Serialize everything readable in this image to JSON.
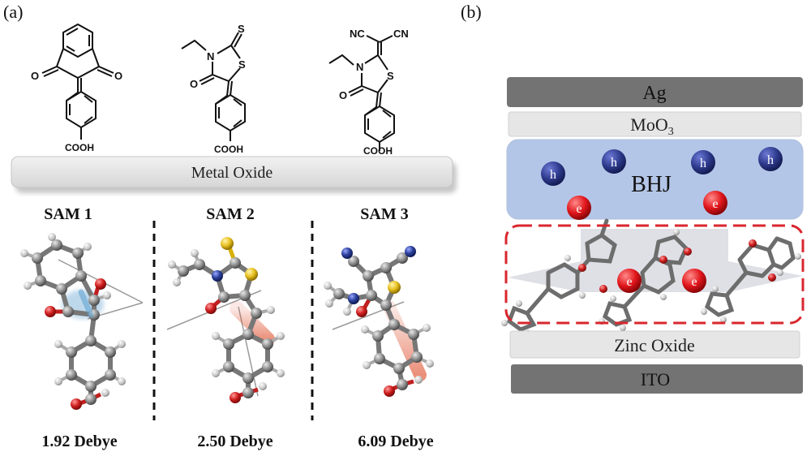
{
  "panel_a": {
    "label": "(a)",
    "surface_label": "Metal Oxide",
    "molecules": [
      {
        "sam": "SAM 1",
        "dipole": "1.92 Debye",
        "anchor": "COOH",
        "left_o": "O",
        "right_o": "O"
      },
      {
        "sam": "SAM 2",
        "dipole": "2.50 Debye",
        "anchor": "COOH",
        "n": "N",
        "s_ring": "S",
        "s_exo": "S",
        "o": "O"
      },
      {
        "sam": "SAM 3",
        "dipole": "6.09 Debye",
        "anchor": "COOH",
        "n": "N",
        "s_ring": "S",
        "o": "O",
        "cn1": "NC",
        "cn2": "CN"
      }
    ]
  },
  "panel_b": {
    "label": "(b)",
    "layers": {
      "ag": "Ag",
      "moo3_base": "MoO",
      "moo3_sub": "3",
      "bhj": "BHJ",
      "zno": "Zinc Oxide",
      "ito": "ITO"
    },
    "hole_label": "h",
    "electron_label": "e",
    "colors": {
      "ag": "#737373",
      "moo3": "#e6e6e6",
      "bhj": "#b4c6e7",
      "hole": "#2e3a8c",
      "electron": "#e0161b",
      "sam_border": "#d9272e",
      "oxygen": "#d01f1f",
      "sulfur": "#e8c020",
      "nitrogen": "#2a3f9a",
      "carbon": "#8a8a8a"
    }
  }
}
